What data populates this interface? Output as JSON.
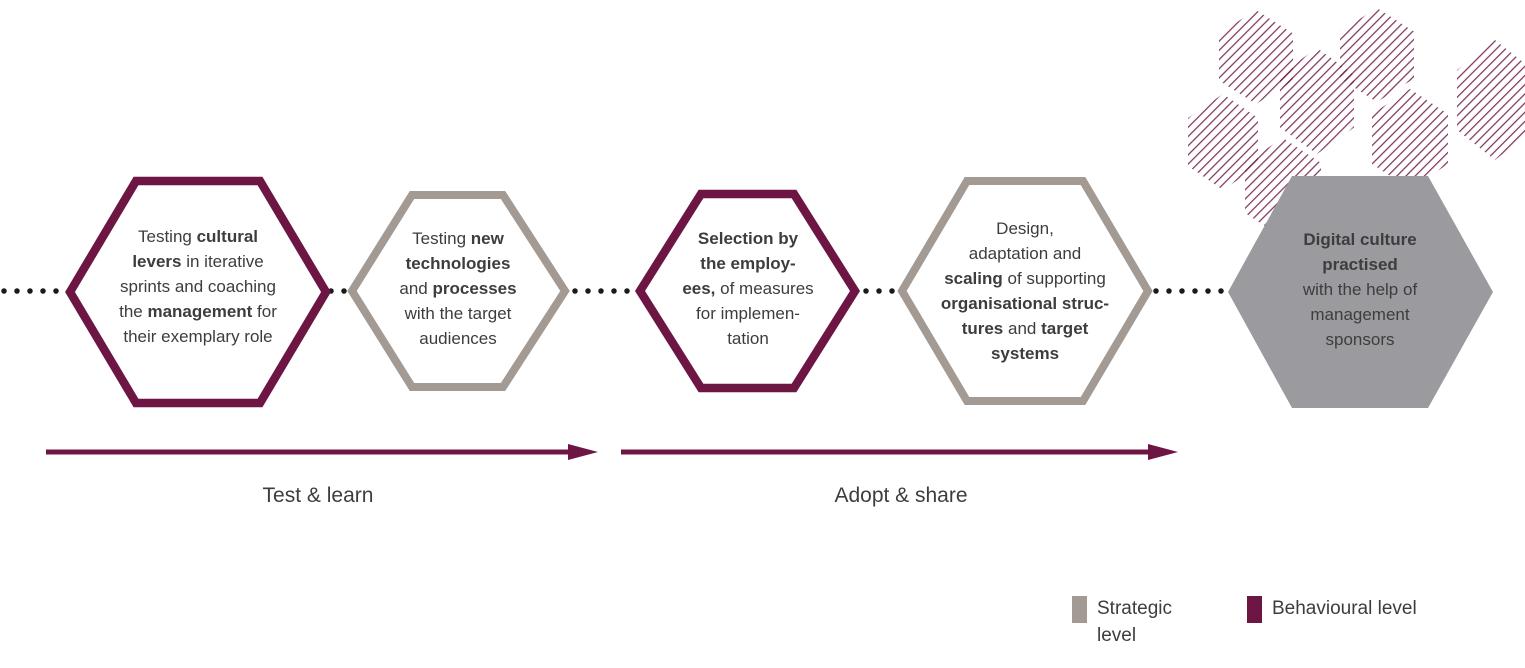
{
  "colors": {
    "behavioural": "#6d1543",
    "strategic": "#a39a94",
    "final_fill": "#9b9b9f",
    "connector_dots": "#1a1a1a",
    "hatch": "#6d1543",
    "text": "#3d3d3d"
  },
  "hexagons": [
    {
      "id": "testing-cultural-levers",
      "level": "behavioural",
      "lines": [
        {
          "segments": [
            {
              "t": "Testing ",
              "b": false
            },
            {
              "t": "cultural",
              "b": true
            }
          ]
        },
        {
          "segments": [
            {
              "t": "levers",
              "b": true
            },
            {
              "t": " in iterative",
              "b": false
            }
          ]
        },
        {
          "segments": [
            {
              "t": "sprints and coaching",
              "b": false
            }
          ]
        },
        {
          "segments": [
            {
              "t": "the ",
              "b": false
            },
            {
              "t": "management",
              "b": true
            },
            {
              "t": " for",
              "b": false
            }
          ]
        },
        {
          "segments": [
            {
              "t": "their exemplary role",
              "b": false
            }
          ]
        }
      ]
    },
    {
      "id": "testing-new-technologies",
      "level": "strategic",
      "lines": [
        {
          "segments": [
            {
              "t": "Testing ",
              "b": false
            },
            {
              "t": "new",
              "b": true
            }
          ]
        },
        {
          "segments": [
            {
              "t": "technologies",
              "b": true
            }
          ]
        },
        {
          "segments": [
            {
              "t": "and ",
              "b": false
            },
            {
              "t": "processes",
              "b": true
            }
          ]
        },
        {
          "segments": [
            {
              "t": "with the target",
              "b": false
            }
          ]
        },
        {
          "segments": [
            {
              "t": "audiences",
              "b": false
            }
          ]
        }
      ]
    },
    {
      "id": "selection-by-employees",
      "level": "behavioural",
      "lines": [
        {
          "segments": [
            {
              "t": "Selection by",
              "b": true
            }
          ]
        },
        {
          "segments": [
            {
              "t": "the employ-",
              "b": true
            }
          ]
        },
        {
          "segments": [
            {
              "t": "ees,",
              "b": true
            },
            {
              "t": " of measures",
              "b": false
            }
          ]
        },
        {
          "segments": [
            {
              "t": "for implemen-",
              "b": false
            }
          ]
        },
        {
          "segments": [
            {
              "t": "tation",
              "b": false
            }
          ]
        }
      ]
    },
    {
      "id": "design-adaptation-scaling",
      "level": "strategic",
      "lines": [
        {
          "segments": [
            {
              "t": "Design,",
              "b": false
            }
          ]
        },
        {
          "segments": [
            {
              "t": "adaptation and",
              "b": false
            }
          ]
        },
        {
          "segments": [
            {
              "t": "scaling",
              "b": true
            },
            {
              "t": " of supporting",
              "b": false
            }
          ]
        },
        {
          "segments": [
            {
              "t": "organisational struc-",
              "b": true
            }
          ]
        },
        {
          "segments": [
            {
              "t": "tures",
              "b": true
            },
            {
              "t": " and ",
              "b": false
            },
            {
              "t": "target",
              "b": true
            }
          ]
        },
        {
          "segments": [
            {
              "t": "systems",
              "b": true
            }
          ]
        }
      ]
    },
    {
      "id": "digital-culture-practised",
      "level": "final",
      "lines": [
        {
          "segments": [
            {
              "t": "Digital culture",
              "b": true
            }
          ]
        },
        {
          "segments": [
            {
              "t": "practised",
              "b": true
            }
          ]
        },
        {
          "segments": [
            {
              "t": "with the help of",
              "b": false
            }
          ]
        },
        {
          "segments": [
            {
              "t": "management",
              "b": false
            }
          ]
        },
        {
          "segments": [
            {
              "t": "sponsors",
              "b": false
            }
          ]
        }
      ]
    }
  ],
  "phases": [
    {
      "label": "Test & learn"
    },
    {
      "label": "Adopt & share"
    }
  ],
  "legend": [
    {
      "label": "Strategic level",
      "color": "#a39a94"
    },
    {
      "label": "Behavioural level",
      "color": "#6d1543"
    }
  ]
}
